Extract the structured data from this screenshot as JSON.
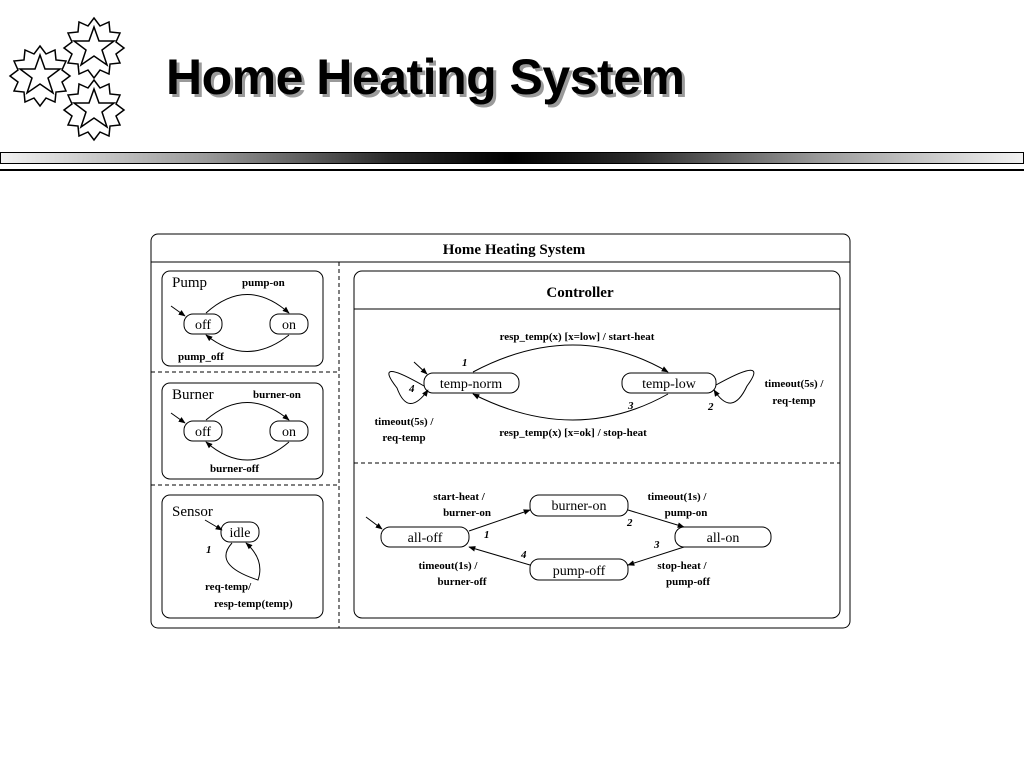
{
  "slide": {
    "title": "Home Heating System"
  },
  "diagram": {
    "title": "Home Heating System",
    "pump": {
      "name": "Pump",
      "states": [
        "off",
        "on"
      ],
      "labels": {
        "on_event": "pump-on",
        "off_event": "pump_off"
      }
    },
    "burner": {
      "name": "Burner",
      "states": [
        "off",
        "on"
      ],
      "labels": {
        "on_event": "burner-on",
        "off_event": "burner-off"
      }
    },
    "sensor": {
      "name": "Sensor",
      "state": "idle",
      "num": "1",
      "label_line1": "req-temp/",
      "label_line2": "resp-temp(temp)"
    },
    "controller": {
      "name": "Controller",
      "top": {
        "states": [
          "temp-norm",
          "temp-low"
        ],
        "label_start_heat": "resp_temp(x) [x=low] / start-heat",
        "label_stop_heat": "resp_temp(x) [x=ok] / stop-heat",
        "timeout_left_1": "timeout(5s) /",
        "timeout_left_2": "req-temp",
        "timeout_right_1": "timeout(5s) /",
        "timeout_right_2": "req-temp",
        "nums": [
          "1",
          "2",
          "3",
          "4"
        ]
      },
      "bottom": {
        "states": [
          "all-off",
          "burner-on",
          "all-on",
          "pump-off"
        ],
        "label_start_1": "start-heat /",
        "label_start_2": "burner-on",
        "label_tmo_top_1": "timeout(1s) /",
        "label_tmo_top_2": "pump-on",
        "label_stop_1": "stop-heat /",
        "label_stop_2": "pump-off",
        "label_tmo_bot_1": "timeout(1s) /",
        "label_tmo_bot_2": "burner-off",
        "nums": [
          "1",
          "2",
          "3",
          "4"
        ]
      }
    }
  }
}
